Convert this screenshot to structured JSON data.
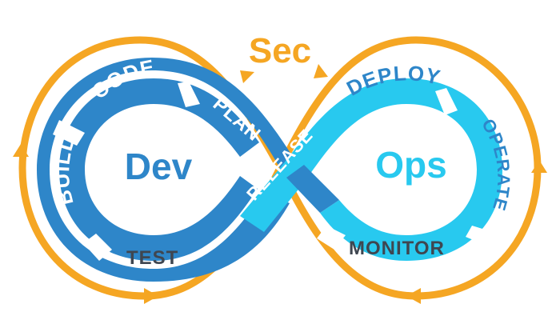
{
  "diagram": {
    "top_label": "Sec",
    "dev_label": "Dev",
    "ops_label": "Ops",
    "stages": {
      "build": "BUILD",
      "code": "CODE",
      "plan": "PLAN",
      "test": "TEST",
      "release": "RELEASE",
      "deploy": "DEPLOY",
      "operate": "OPERATE",
      "monitor": "MONITOR"
    },
    "colors": {
      "outer_ring": "#F5A623",
      "dev_band": "#2E86C9",
      "ops_band": "#28C9EF",
      "dev_text": "#2E86C9",
      "ops_text": "#28C9EF",
      "stage_text_light": "#ffffff",
      "stage_text_dark": "#3F4650",
      "sec_text": "#F5A623"
    }
  }
}
